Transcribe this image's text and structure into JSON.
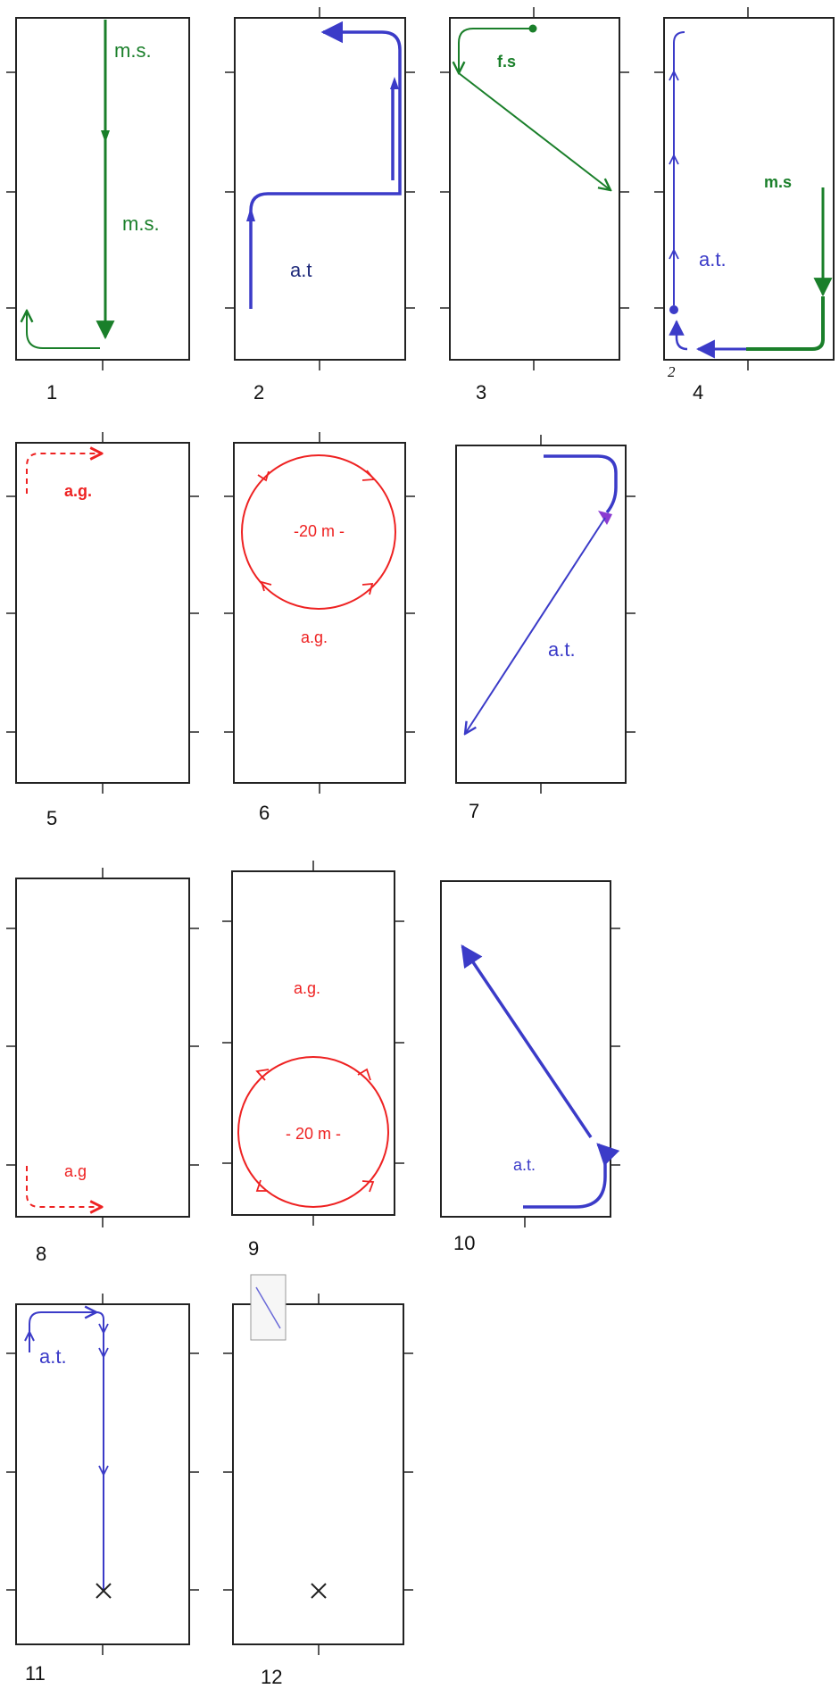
{
  "colors": {
    "green": "#1a7f2a",
    "blue": "#3b3bc8",
    "navy": "#1f2a7a",
    "red": "#ee2222",
    "purple": "#8a3bd1"
  },
  "figures": [
    {
      "number": "1",
      "labels": [
        "m.s.",
        "m.s."
      ]
    },
    {
      "number": "2",
      "labels": [
        "a.t"
      ]
    },
    {
      "number": "3",
      "labels": [
        "f.s"
      ]
    },
    {
      "number": "4",
      "labels": [
        "m.s",
        "a.t."
      ],
      "corner_mark": "2"
    },
    {
      "number": "5",
      "labels": [
        "a.g."
      ]
    },
    {
      "number": "6",
      "labels": [
        "-20 m -",
        "a.g."
      ]
    },
    {
      "number": "7",
      "labels": [
        "a.t."
      ]
    },
    {
      "number": "8",
      "labels": [
        "a.g"
      ]
    },
    {
      "number": "9",
      "labels": [
        "a.g.",
        "- 20 m -"
      ]
    },
    {
      "number": "10",
      "labels": [
        "a.t."
      ]
    },
    {
      "number": "11",
      "labels": [
        "a.t."
      ]
    },
    {
      "number": "12",
      "labels": []
    }
  ]
}
